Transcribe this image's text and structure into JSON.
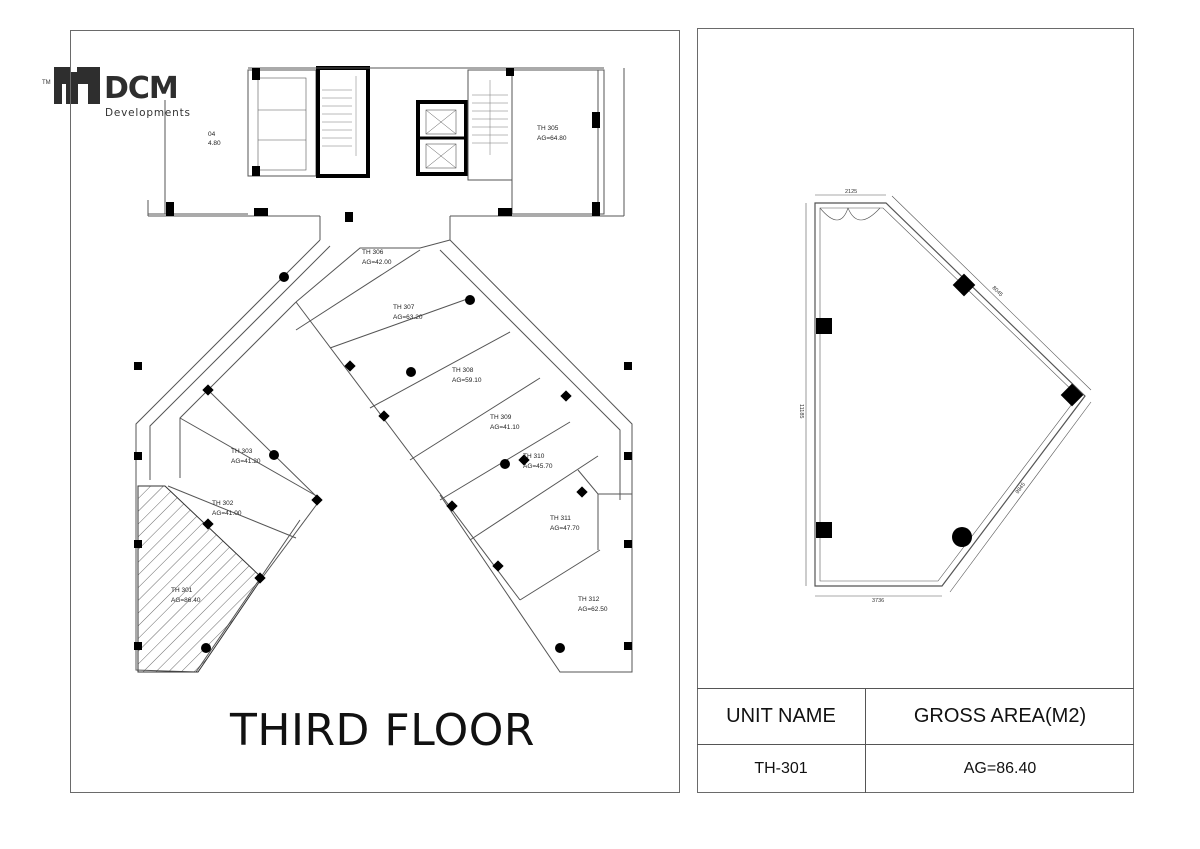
{
  "logo": {
    "tm": "TM",
    "name": "DCM",
    "subtitle": "Developments"
  },
  "plan": {
    "title": "THIRD FLOOR",
    "units": [
      {
        "id": "u304",
        "name": "04",
        "area": "4.80"
      },
      {
        "id": "u305",
        "name": "TH 305",
        "area": "AG=64.80"
      },
      {
        "id": "u306",
        "name": "TH 306",
        "area": "AG=42.00"
      },
      {
        "id": "u307",
        "name": "TH 307",
        "area": "AG=63.20"
      },
      {
        "id": "u308",
        "name": "TH 308",
        "area": "AG=59.10"
      },
      {
        "id": "u309",
        "name": "TH 309",
        "area": "AG=41.10"
      },
      {
        "id": "u310",
        "name": "TH 310",
        "area": "AG=45.70"
      },
      {
        "id": "u311",
        "name": "TH 311",
        "area": "AG=47.70"
      },
      {
        "id": "u312",
        "name": "TH 312",
        "area": "AG=62.50"
      },
      {
        "id": "u303",
        "name": "TH 303",
        "area": "AG=41.20"
      },
      {
        "id": "u302",
        "name": "TH 302",
        "area": "AG=41.00"
      },
      {
        "id": "u301",
        "name": "TH 301",
        "area": "AG=86.40"
      }
    ]
  },
  "unit_detail": {
    "dims": {
      "top": "2125",
      "left": "11185",
      "bottom": "3736",
      "diag_upper": "8045",
      "diag_lower": "9845"
    }
  },
  "table": {
    "header_unit": "UNIT NAME",
    "header_area": "GROSS AREA(M2)",
    "unit_value": "TH-301",
    "area_value": "AG=86.40"
  }
}
